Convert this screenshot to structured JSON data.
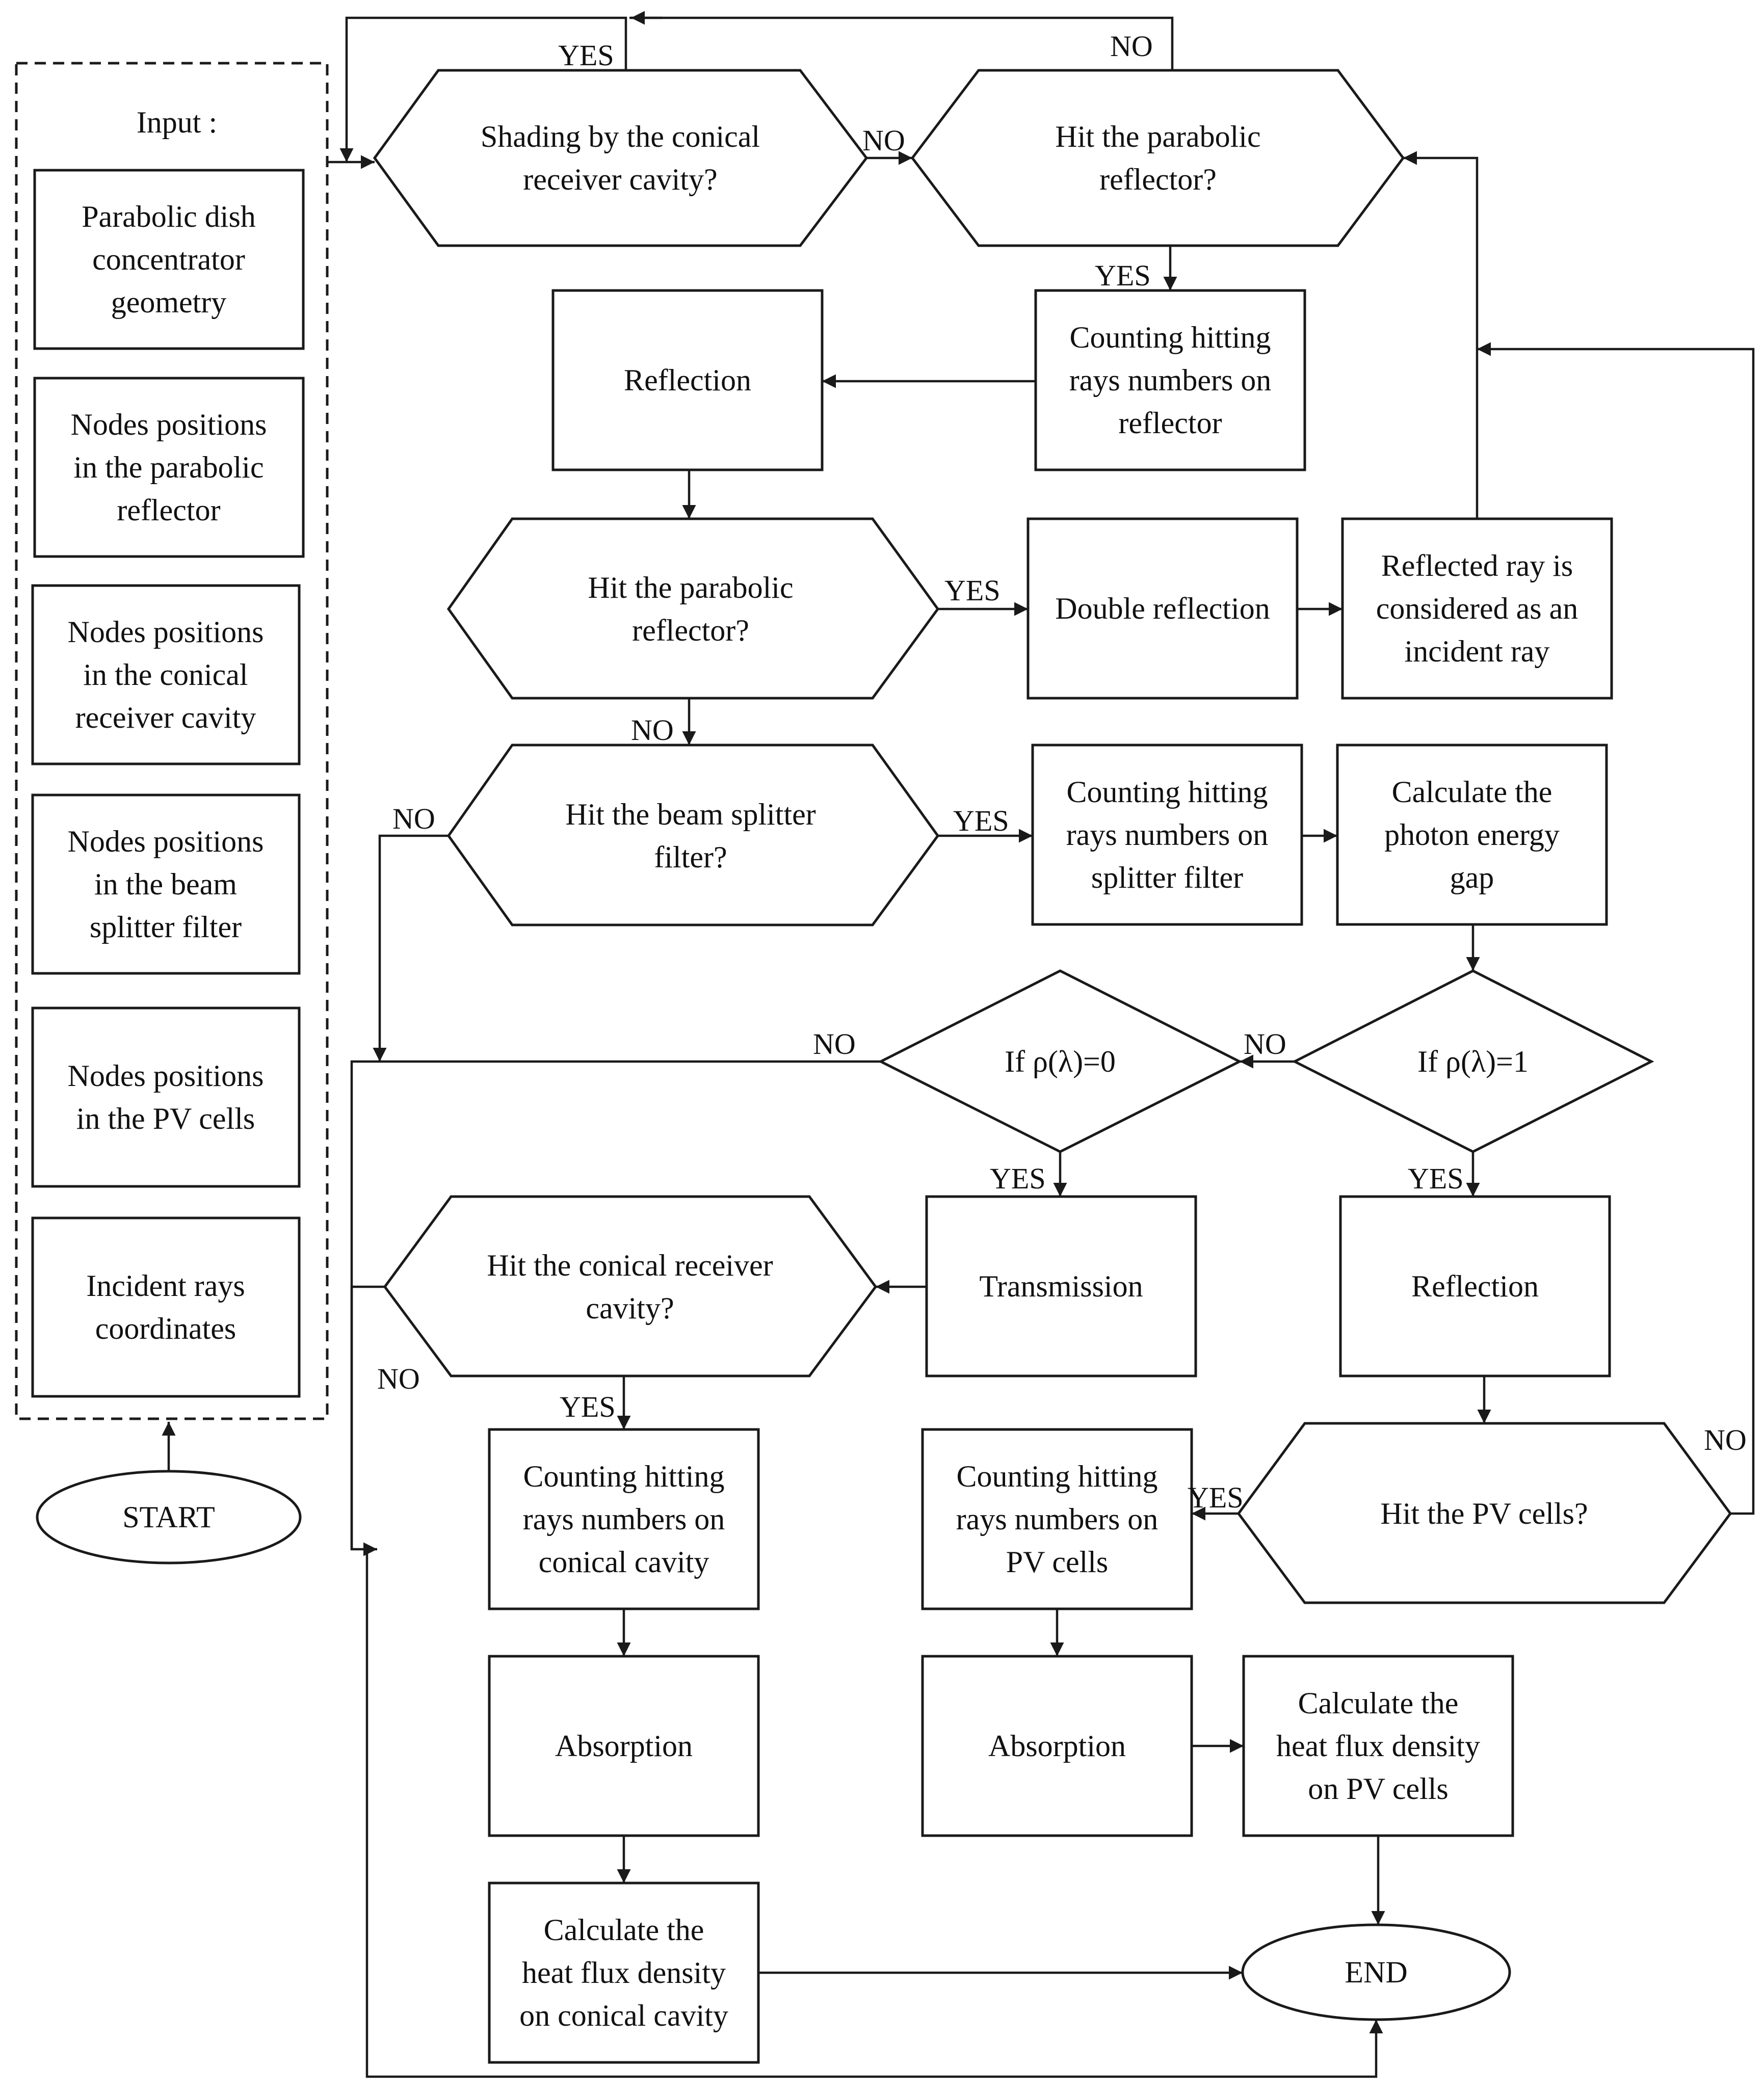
{
  "input_title": "Input :",
  "inputs": {
    "geometry": [
      "Parabolic dish",
      "concentrator",
      "geometry"
    ],
    "reflector_nodes": [
      "Nodes positions",
      "in the parabolic",
      "reflector"
    ],
    "cavity_nodes": [
      "Nodes positions",
      "in the conical",
      "receiver cavity"
    ],
    "filter_nodes": [
      "Nodes positions",
      "in the beam",
      "splitter filter"
    ],
    "pv_nodes": [
      "Nodes positions",
      "in the PV cells"
    ],
    "rays": [
      "Incident rays",
      "coordinates"
    ]
  },
  "start": "START",
  "end": "END",
  "decisions": {
    "shading": [
      "Shading by the conical",
      "receiver cavity?"
    ],
    "hit_reflector_1": [
      "Hit the parabolic",
      "reflector?"
    ],
    "hit_reflector_2": [
      "Hit the parabolic",
      "reflector?"
    ],
    "hit_filter": [
      "Hit the beam splitter",
      "filter?"
    ],
    "rho_zero": [
      "If ρ(λ)=0"
    ],
    "rho_one": [
      "If ρ(λ)=1"
    ],
    "hit_cavity": [
      "Hit the conical receiver",
      "cavity?"
    ],
    "hit_pv": [
      "Hit the PV cells?"
    ]
  },
  "processes": {
    "count_reflector": [
      "Counting hitting",
      "rays numbers on",
      "reflector"
    ],
    "reflection_1": [
      "Reflection"
    ],
    "double_reflection": [
      "Double reflection"
    ],
    "reflected_incident": [
      "Reflected ray is",
      "considered as an",
      "incident ray"
    ],
    "count_filter": [
      "Counting hitting",
      "rays numbers on",
      "splitter filter"
    ],
    "photon_gap": [
      "Calculate the",
      "photon energy",
      "gap"
    ],
    "transmission": [
      "Transmission"
    ],
    "reflection_2": [
      "Reflection"
    ],
    "count_cavity": [
      "Counting hitting",
      "rays numbers on",
      "conical cavity"
    ],
    "count_pv": [
      "Counting hitting",
      "rays numbers on",
      "PV cells"
    ],
    "absorption_cavity": [
      "Absorption"
    ],
    "absorption_pv": [
      "Absorption"
    ],
    "flux_cavity": [
      "Calculate the",
      "heat flux density",
      "on conical cavity"
    ],
    "flux_pv": [
      "Calculate the",
      "heat flux density",
      "on PV cells"
    ]
  },
  "labels": {
    "yes": "YES",
    "no": "NO"
  }
}
